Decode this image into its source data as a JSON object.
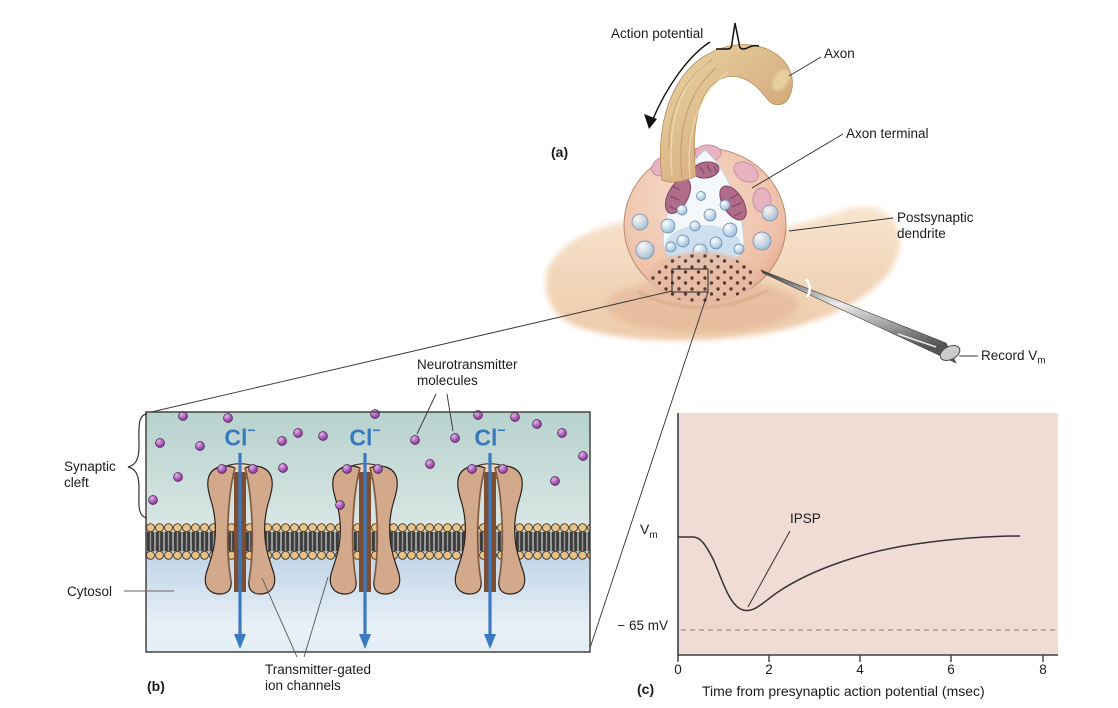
{
  "figure": {
    "panels": {
      "a": {
        "tag": "(a)",
        "action_potential_label": "Action potential",
        "axon_label": "Axon",
        "axon_terminal_label": "Axon terminal",
        "postsynaptic_dendrite_line1": "Postsynaptic",
        "postsynaptic_dendrite_line2": "dendrite",
        "record_label_prefix": "Record V",
        "record_label_subscript": "m"
      },
      "b": {
        "tag": "(b)",
        "synaptic_cleft_line1": "Synaptic",
        "synaptic_cleft_line2": "cleft",
        "cytosol_label": "Cytosol",
        "neurotransmitter_line1": "Neurotransmitter",
        "neurotransmitter_line2": "molecules",
        "ion_channel_line1": "Transmitter-gated",
        "ion_channel_line2": "ion channels",
        "chloride_symbol": "Cl",
        "chloride_charge": "−"
      },
      "c": {
        "tag": "(c)",
        "vm_prefix": "V",
        "vm_subscript": "m",
        "ipsp_label": "IPSP",
        "baseline_label": "− 65 mV",
        "x_axis_label": "Time from presynaptic action potential (msec)",
        "x_ticks": [
          "0",
          "2",
          "4",
          "6",
          "8"
        ]
      }
    },
    "colors": {
      "chloride_blue": "#3878be",
      "arrow_blue": "#3b79c1",
      "neurotransmitter_purple": "#9a4aa8",
      "graph_background_pink": "#f0dcd4",
      "cleft_teal": "#bcd6d2",
      "cytosol_blue": "#c3d7e8",
      "membrane_head_tan": "#e9c287",
      "channel_tan": "#d3a98c"
    }
  },
  "chart_data": {
    "type": "line",
    "title": "",
    "xlabel": "Time from presynaptic action potential (msec)",
    "ylabel": "Vm",
    "x_ticks": [
      0,
      2,
      4,
      6,
      8
    ],
    "x_range": [
      0,
      8.4
    ],
    "baseline_mV": -65,
    "baseline_style": "dashed",
    "annotation": "IPSP (minimum of curve, ~1.5 msec)",
    "grid": false,
    "series": [
      {
        "name": "Vm",
        "x": [
          0,
          0.3,
          0.6,
          1.0,
          1.5,
          2.0,
          3.0,
          4.0,
          5.0,
          6.0,
          7.0,
          7.6
        ],
        "y_mV": [
          -60,
          -60,
          -60.8,
          -62.6,
          -64.0,
          -63.8,
          -62.9,
          -61.9,
          -61.0,
          -60.4,
          -60.1,
          -60
        ]
      }
    ]
  }
}
